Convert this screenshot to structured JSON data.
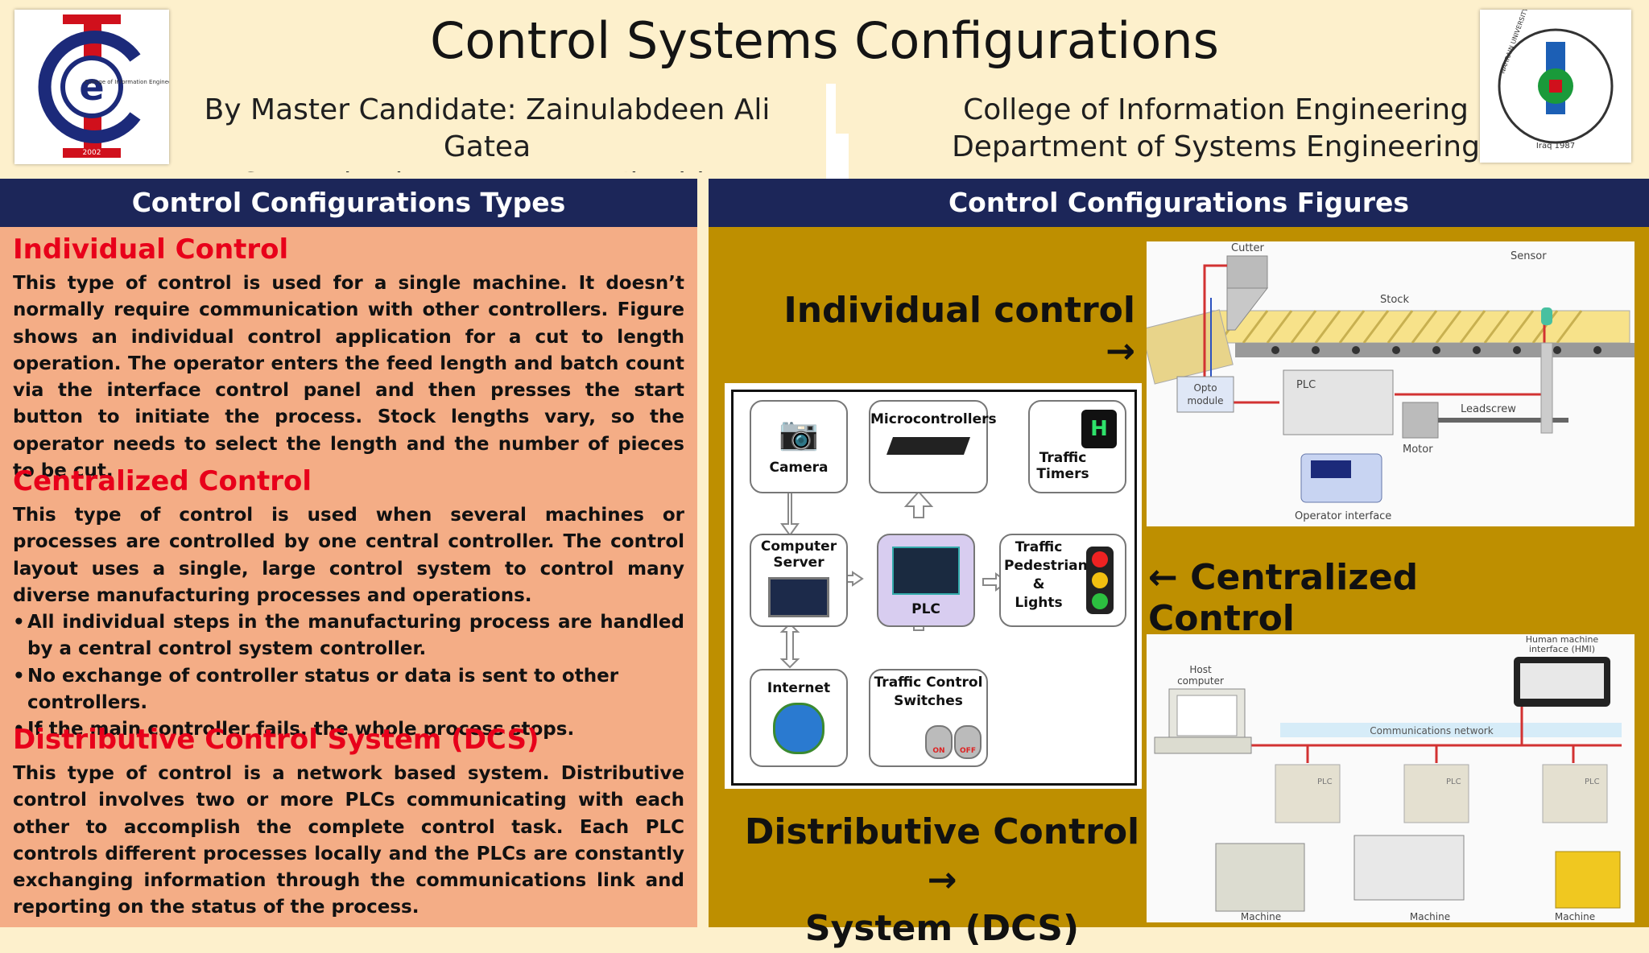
{
  "header": {
    "title": "Control Systems Configurations",
    "author_line1": "By Master Candidate: Zainulabdeen Ali",
    "author_line2": "Gatea",
    "author_line3": "Supervised By: Dr. Azzam Ibrahim Majeed",
    "college_line1": "College of Information Engineering",
    "college_line2": "Department of Systems Engineering",
    "left_logo_text": "College of Information Engineering",
    "left_logo_year": "2002",
    "right_logo_top": "NAHRAIN UNIVERSITY",
    "right_logo_bottom": "Iraq 1987"
  },
  "left": {
    "banner": "Control Configurations Types",
    "individual_title": "Individual Control",
    "individual_text": "This type of control is used for a single machine. It doesn’t normally require communication with other controllers. Figure shows an individual control application for a cut to length operation. The operator enters the feed length and batch count via the interface control panel and then presses the start button to initiate the process. Stock lengths vary, so the operator needs to select the length and the number of pieces to be cut.",
    "centralized_title": "Centralized Control",
    "centralized_text": "This type of control is used when several machines or processes are controlled by one central controller. The control layout uses a single, large control system to control many diverse manufacturing processes and operations.",
    "bullets": [
      "All individual steps in the manufacturing process are handled by a central control system controller.",
      "No exchange of controller status or data is sent to other controllers.",
      "If the main controller fails, the whole process stops."
    ],
    "dcs_title": "Distributive Control System (DCS)",
    "dcs_text": "This type of control is a network based system. Distributive control involves two or more PLCs communicating with each other to accomplish the complete control task. Each PLC controls different processes locally and the PLCs are constantly exchanging information through the communications link and reporting on the status of the process."
  },
  "right": {
    "banner": "Control Configurations Figures",
    "individual_label": "Individual control →",
    "centralized_label": "← Centralized Control",
    "dcs_label_line1": "Distributive Control →",
    "dcs_label_line2": "System (DCS)",
    "fig1": {
      "cutter": "Cutter",
      "sensor": "Sensor",
      "stock": "Stock",
      "opto_line1": "Opto",
      "opto_line2": "module",
      "plc": "PLC",
      "leadscrew": "Leadscrew",
      "motor": "Motor",
      "operator_interface": "Operator interface"
    },
    "fig2": {
      "camera": "Camera",
      "microcontrollers": "Microcontrollers",
      "traffic_timers_1": "Traffic",
      "traffic_timers_2": "Timers",
      "computer_server_1": "Computer",
      "computer_server_2": "Server",
      "plc": "PLC",
      "tpl_1": "Traffic",
      "tpl_2": "Pedestrian",
      "tpl_3": "&",
      "tpl_4": "Lights",
      "internet": "Internet",
      "tcs_1": "Traffic Control",
      "tcs_2": "Switches",
      "timer_digit": "H",
      "switch_on": "ON",
      "switch_off": "OFF"
    },
    "fig3": {
      "host_1": "Host",
      "host_2": "computer",
      "hmi_1": "Human machine",
      "hmi_2": "interface (HMI)",
      "network": "Communications network",
      "plc": "PLC",
      "machine": "Machine"
    }
  },
  "colors": {
    "background": "#fdf0cc",
    "banner": "#1c2659",
    "left_panel": "#f4ad86",
    "right_panel": "#be8f00",
    "section_title": "#e8001a"
  }
}
